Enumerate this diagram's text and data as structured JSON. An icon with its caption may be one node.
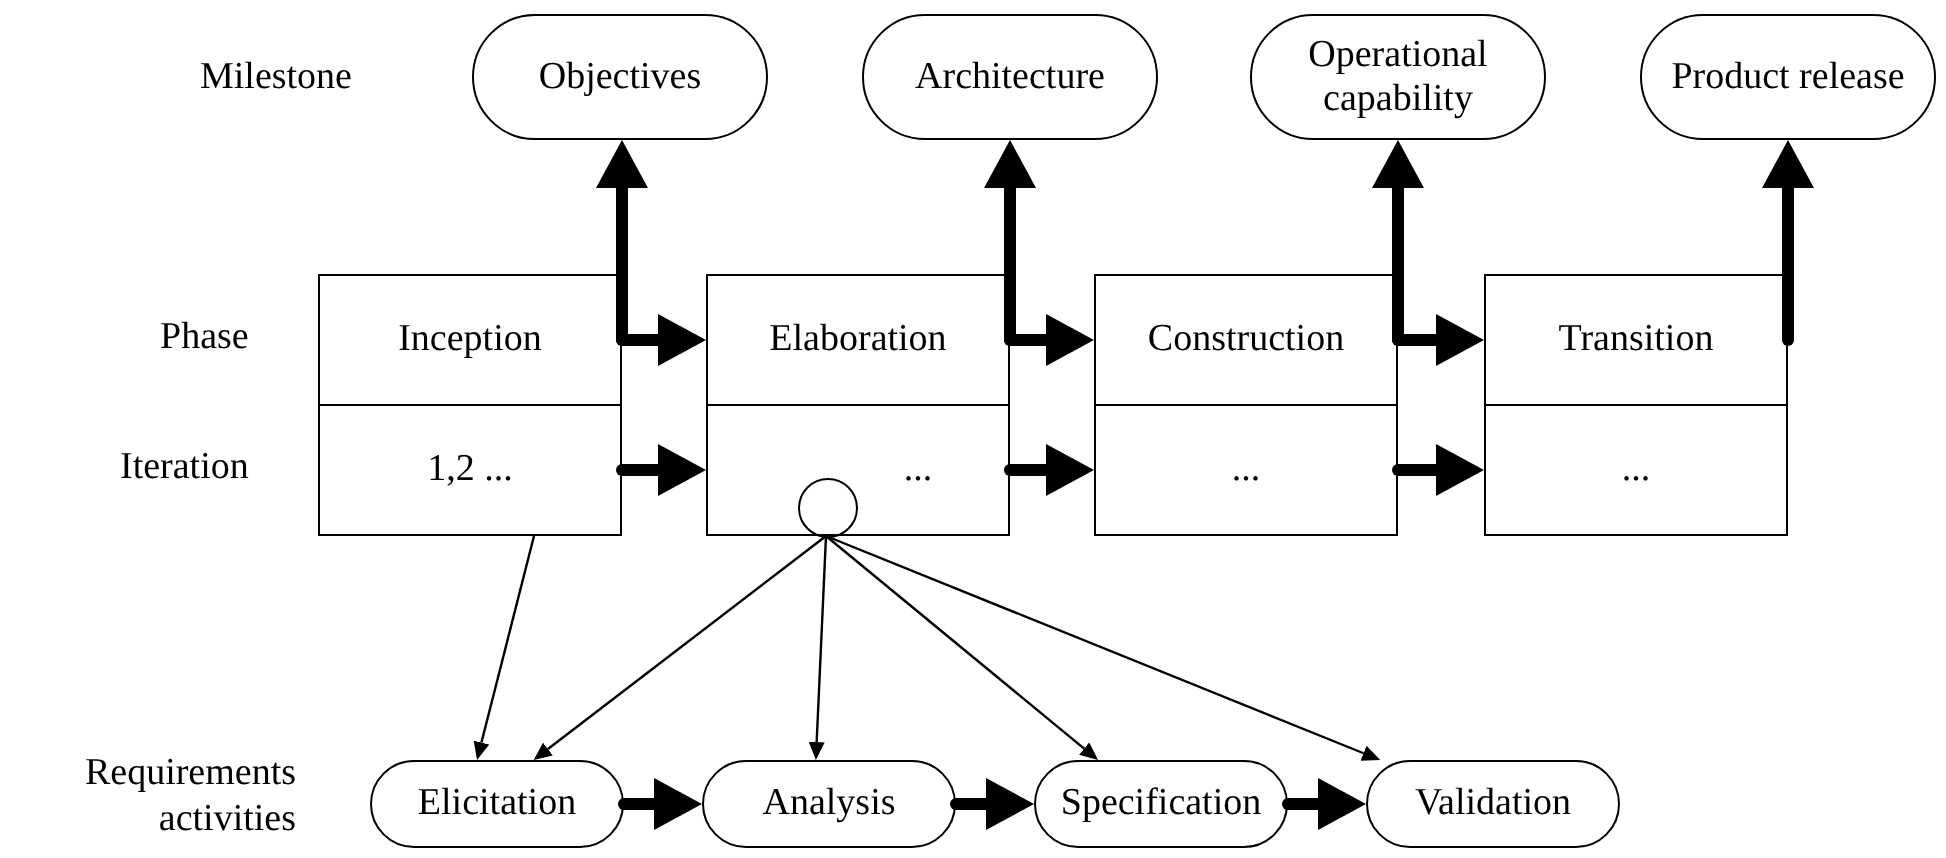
{
  "diagram": {
    "nodes": [
      {
        "text": [
          "Objectives"
        ]
      },
      {
        "text": [
          "Architecture"
        ]
      },
      {
        "text": [
          "Operational capability"
        ]
      },
      {
        "text": [
          "Product release"
        ]
      },
      {
        "text": [
          "Inception"
        ]
      },
      {
        "text": [
          "1,2 ..."
        ]
      },
      {
        "text": [
          "Elaboration"
        ]
      },
      {
        "text": [
          "..."
        ]
      },
      {
        "text": [],
        "shape": "circle",
        "in": 7
      },
      {
        "text": [
          "Construction"
        ]
      },
      {
        "text": [
          "..."
        ]
      },
      {
        "text": [
          "Transition"
        ]
      },
      {
        "text": [
          "..."
        ]
      },
      {
        "text": [
          "Elicitation"
        ]
      },
      {
        "text": [
          "Analysis"
        ]
      },
      {
        "text": [
          "Specification"
        ]
      },
      {
        "text": [
          "Validation"
        ]
      }
    ],
    "edges": [
      {
        "from": 4,
        "to": 0,
        "arrow": "to"
      },
      {
        "from": 4,
        "to": 6,
        "arrow": "to"
      },
      {
        "from": 6,
        "to": 1,
        "arrow": "to"
      },
      {
        "from": 6,
        "to": 9,
        "arrow": "to"
      },
      {
        "from": 9,
        "to": 2,
        "arrow": "to"
      },
      {
        "from": 9,
        "to": 11,
        "arrow": "to"
      },
      {
        "from": 11,
        "to": 3,
        "arrow": "to"
      },
      {
        "from": 5,
        "to": 7,
        "arrow": "to"
      },
      {
        "from": 7,
        "to": 10,
        "arrow": "to"
      },
      {
        "from": 10,
        "to": 12,
        "arrow": "to"
      },
      {
        "from": 5,
        "to": 13,
        "arrow": "to"
      },
      {
        "from": 8,
        "to": 13,
        "arrow": "to"
      },
      {
        "from": 8,
        "to": 14,
        "arrow": "to"
      },
      {
        "from": 8,
        "to": 15,
        "arrow": "to"
      },
      {
        "from": 8,
        "to": 16,
        "arrow": "to"
      },
      {
        "from": 13,
        "to": 14,
        "arrow": "to"
      },
      {
        "from": 14,
        "to": 15,
        "arrow": "to"
      },
      {
        "from": 15,
        "to": 16,
        "arrow": "to"
      }
    ],
    "labels": [
      "Milestone",
      "Phase",
      "Iteration",
      "Requirements activities"
    ]
  }
}
